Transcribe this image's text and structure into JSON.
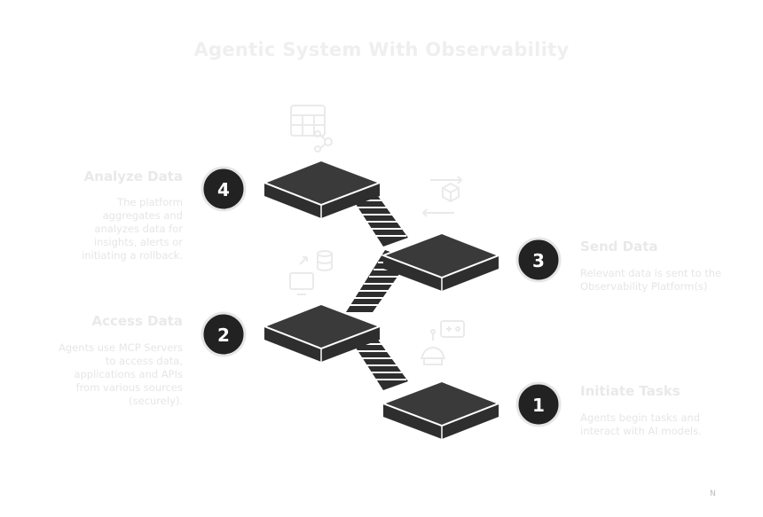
{
  "title": "Agentic System With Observability",
  "steps": [
    {
      "number": "1",
      "title": "Initiate Tasks",
      "description": "Agents begin tasks and interact with AI models.",
      "icon": "robot-icon"
    },
    {
      "number": "2",
      "title": "Access Data",
      "description": "Agents use MCP Servers to access data, applications and APIs from various sources (securely).",
      "icon": "database-monitor-icon"
    },
    {
      "number": "3",
      "title": "Send Data",
      "description": "Relevant data is sent to the Observability Platform(s)",
      "icon": "cube-transfer-icon"
    },
    {
      "number": "4",
      "title": "Analyze Data",
      "description": "The platform aggregates and analyzes data for insights, alerts or initiating a rollback.",
      "icon": "table-share-icon"
    }
  ],
  "watermark": "N"
}
